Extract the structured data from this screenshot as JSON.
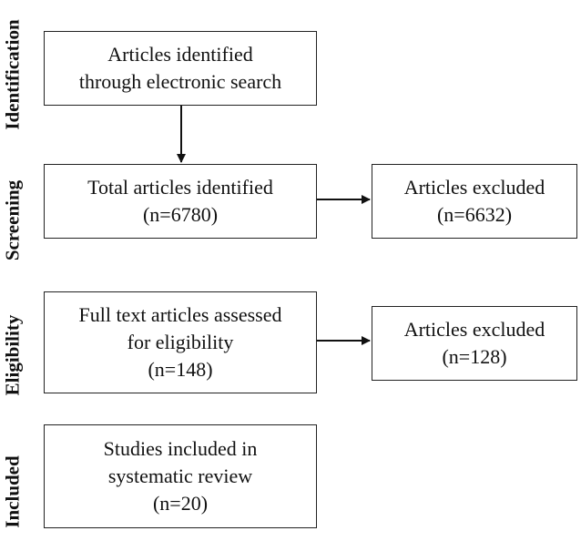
{
  "stages": {
    "identification": "Identification",
    "screening": "Screening",
    "eligibility": "Eligibility",
    "included": "Included"
  },
  "boxes": {
    "identified": {
      "line1": "Articles identified",
      "line2": "through electronic search"
    },
    "total": {
      "line1": "Total articles identified",
      "line2": "(n=6780)"
    },
    "excluded_screening": {
      "line1": "Articles excluded",
      "line2": "(n=6632)"
    },
    "full_text": {
      "line1": "Full text articles assessed",
      "line2": "for eligibility",
      "line3": "(n=148)"
    },
    "excluded_eligibility": {
      "line1": "Articles excluded",
      "line2": "(n=128)"
    },
    "included": {
      "line1": "Studies included in",
      "line2": "systematic review",
      "line3": "(n=20)"
    }
  }
}
